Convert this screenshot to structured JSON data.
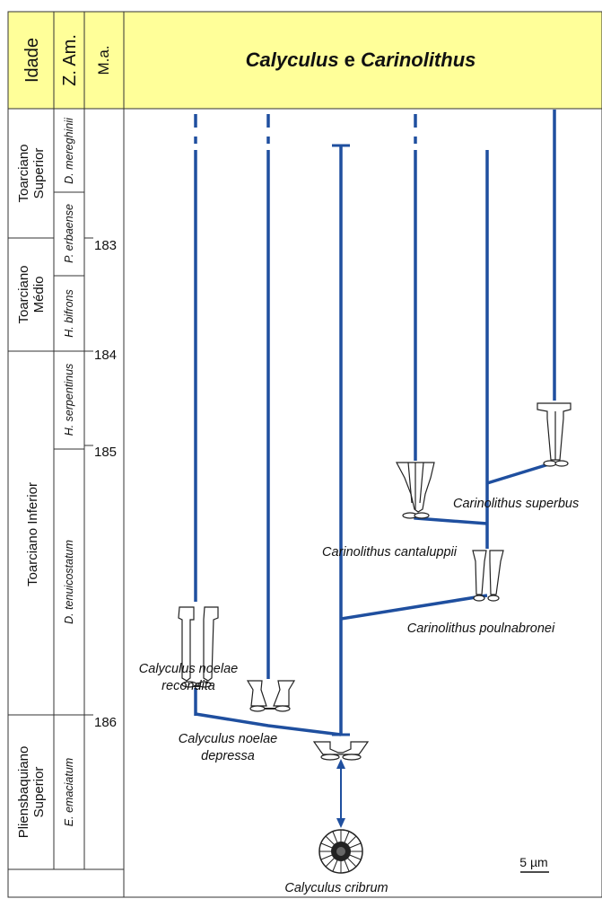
{
  "header": {
    "col_age": "Idade",
    "col_zone": "Z. Am.",
    "col_ma": "M.a.",
    "title_part1": "Calyculus",
    "title_mid": " e ",
    "title_part2": "Carinolithus"
  },
  "ages": [
    {
      "line1": "Toarciano",
      "line2": "Superior"
    },
    {
      "line1": "Toarciano",
      "line2": "Médio"
    },
    {
      "line1": "Toarciano Inferior",
      "line2": ""
    },
    {
      "line1": "Pliensbaquiano",
      "line2": "Superior"
    }
  ],
  "zones": [
    "D. mereghinii",
    "P. erbaense",
    "H. bifrons",
    "H. serpentinus",
    "D. tenuicostatum",
    "E. emaciatum"
  ],
  "ma_ticks": [
    "183",
    "184",
    "185",
    "186"
  ],
  "taxa": {
    "cribrum": "Calyculus cribrum",
    "noelae_recondita_1": "Calyculus noelae",
    "noelae_recondita_2": "recondita",
    "noelae_depressa_1": "Calyculus noelae",
    "noelae_depressa_2": "depressa",
    "poulnabronei": "Carinolithus poulnabronei",
    "cantaluppii": "Carinolithus cantaluppii",
    "superbus": "Carinolithus superbus"
  },
  "scale_bar": "5 µm",
  "colors": {
    "header_bg": "#ffff99",
    "lineage": "#1f4f9f",
    "border": "#333333"
  }
}
